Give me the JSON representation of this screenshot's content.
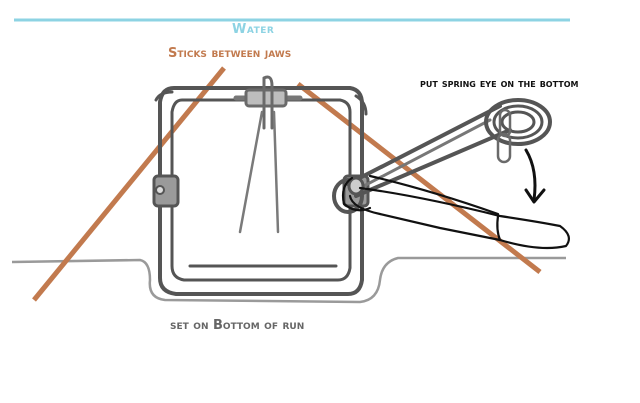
{
  "labels": {
    "water": "Water",
    "sticks": "Sticks between jaws",
    "spring": "put spring eye on the bottom",
    "bottom": "set on Bottom of run"
  },
  "icons": {
    "trap": "body-grip-trap-icon",
    "spring": "coil-spring-icon",
    "arrow": "curved-down-arrow-icon"
  },
  "colors": {
    "water": "#8dd3e3",
    "sticks": "#c27a4e",
    "ground": "#9a9a9a",
    "trap": "#555555",
    "ink": "#111111"
  }
}
